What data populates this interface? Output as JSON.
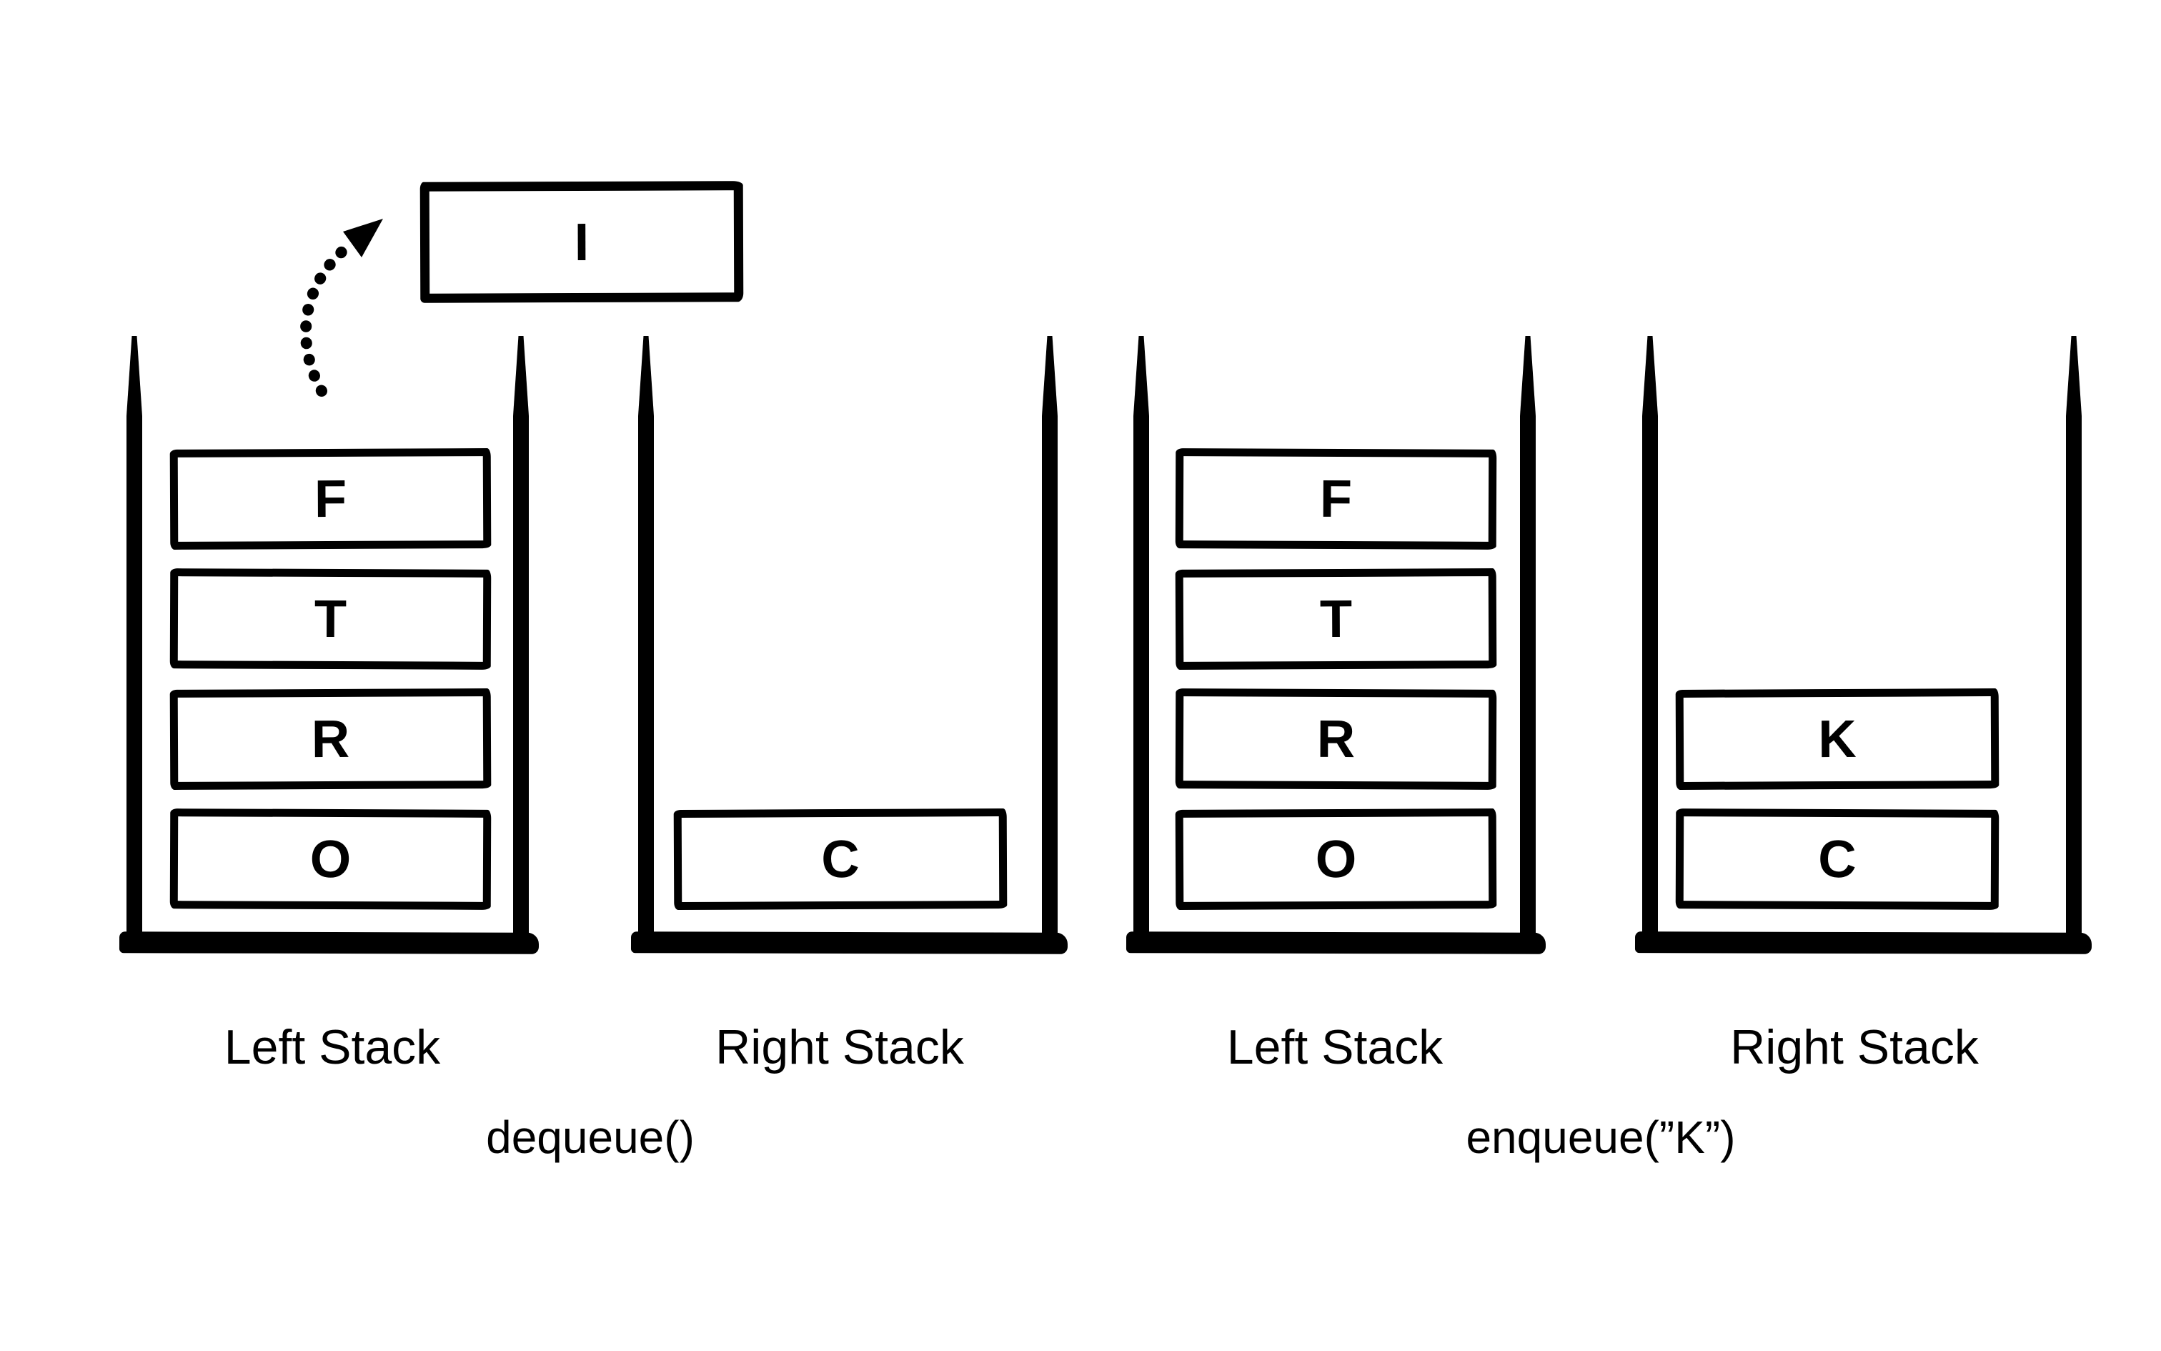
{
  "colors": {
    "ink": "#000000",
    "background": "#ffffff"
  },
  "icons": {
    "arrow": "curved-dashed-arrow-up-right"
  },
  "panels": [
    {
      "caption": "dequeue()",
      "floating_box": "I",
      "arrow": {
        "style": "dotted-curve",
        "direction": "up-right",
        "from": "left-stack-top",
        "to": "floating-box"
      },
      "stacks": [
        {
          "label": "Left Stack",
          "items_top_to_bottom": [
            "F",
            "T",
            "R",
            "O"
          ]
        },
        {
          "label": "Right Stack",
          "items_top_to_bottom": [
            "C"
          ]
        }
      ]
    },
    {
      "caption": "enqueue(”K”)",
      "stacks": [
        {
          "label": "Left Stack",
          "items_top_to_bottom": [
            "F",
            "T",
            "R",
            "O"
          ]
        },
        {
          "label": "Right Stack",
          "items_top_to_bottom": [
            "K",
            "C"
          ]
        }
      ]
    }
  ]
}
